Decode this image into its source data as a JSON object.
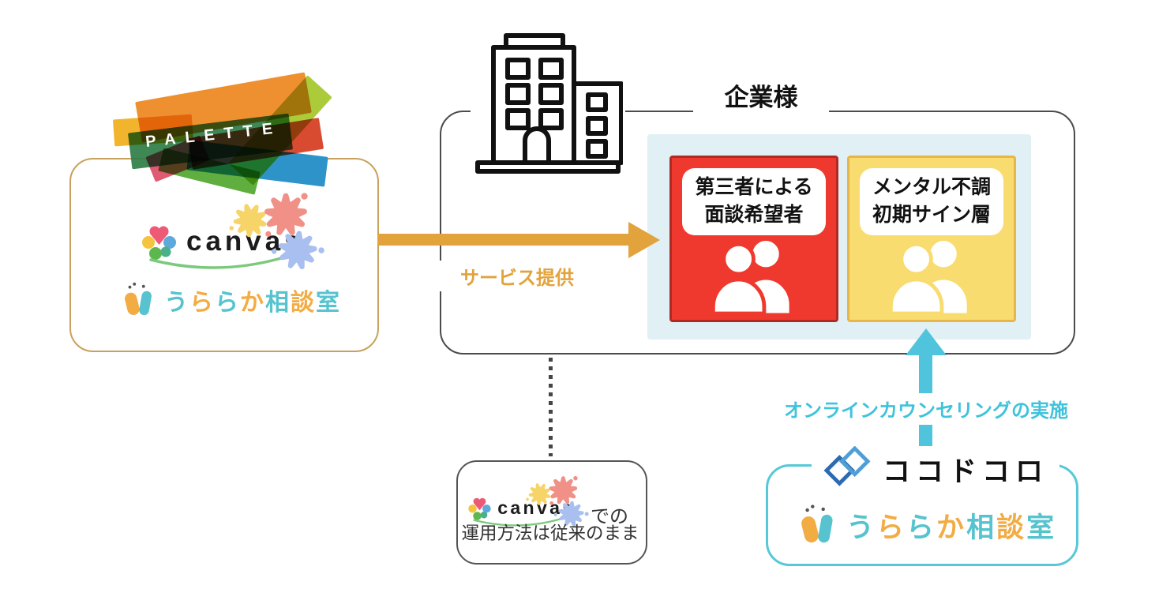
{
  "left_panel": {
    "palette": {
      "label": "PALETTE"
    },
    "canvas": {
      "word": "canvas"
    },
    "uraraka": {
      "word": "うららか相談室"
    }
  },
  "company": {
    "title": "企業様",
    "group_red": {
      "line1": "第三者による",
      "line2": "面談希望者"
    },
    "group_yellow": {
      "line1": "メンタル不調",
      "line2": "初期サイン層"
    }
  },
  "service_arrow": {
    "label": "サービス提供"
  },
  "online_arrow": {
    "label": "オンラインカウンセリングの実施"
  },
  "bottom_note": {
    "canvas_word": "canvas",
    "suffix": "での",
    "line2": "運用方法は従来のまま"
  },
  "provider_box": {
    "brand": "ココドコロ",
    "uraraka_word": "うららか相談室"
  },
  "icons": {
    "building": "building-icon",
    "people": "two-people-icon",
    "flower": "canvas-flower-icon",
    "splats": "paint-splat-icon",
    "uraraka_mark": "uraraka-leaf-pair-icon",
    "kokodokoro_mark": "kokodokoro-double-diamond-icon"
  },
  "colors": {
    "gold_border": "#c9a05c",
    "orange_arrow": "#e2a33c",
    "red_fill": "#f0392e",
    "red_border": "#ad2b25",
    "yellow_fill": "#f9dc6f",
    "yellow_border": "#e8b54a",
    "panel_blue": "#e0f0f5",
    "cyan_arrow": "#4fc4dc",
    "cyan_border": "#56c8d8",
    "company_border": "#4b4b4b",
    "uraraka_teal": "#56c3ce",
    "uraraka_orange": "#f2ac44",
    "koko_blue_dark": "#2d6ab0",
    "koko_blue_light": "#4f9fd7"
  }
}
